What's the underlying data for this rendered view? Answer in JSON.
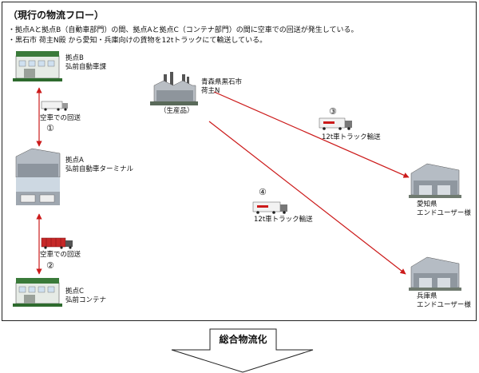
{
  "title": "（現行の物流フロー）",
  "description_lines": [
    "・拠点Aと拠点B（自動車部門）の間、拠点Aと拠点C（コンテナ部門）の間に空車での回送が発生している。",
    "・黒石市 荷主N殿 から愛知・兵庫向けの貨物を12tトラックにて輸送している。"
  ],
  "locations": {
    "base_b": {
      "line1": "拠点B",
      "line2": "弘前自動車課"
    },
    "base_a": {
      "line1": "拠点A",
      "line2": "弘前自動車ターミナル"
    },
    "base_c": {
      "line1": "拠点C",
      "line2": "弘前コンテナ"
    },
    "shipper": {
      "line1": "青森県黒石市",
      "line2": "荷主N",
      "caption": "（生産品）"
    },
    "aichi": {
      "line1": "愛知県",
      "line2": "エンドユーザー様"
    },
    "hyogo": {
      "line1": "兵庫県",
      "line2": "エンドユーザー様"
    }
  },
  "flows": {
    "f1": {
      "label": "空車での回送",
      "number": "①"
    },
    "f2": {
      "label": "空車での回送",
      "number": "②"
    },
    "f3": {
      "label": "12t車トラック輸送",
      "number": "③"
    },
    "f4": {
      "label": "12t車トラック輸送",
      "number": "④"
    }
  },
  "bottom_label": "総合物流化",
  "colors": {
    "arrow": "#cc1a1a",
    "frame": "#222222"
  }
}
